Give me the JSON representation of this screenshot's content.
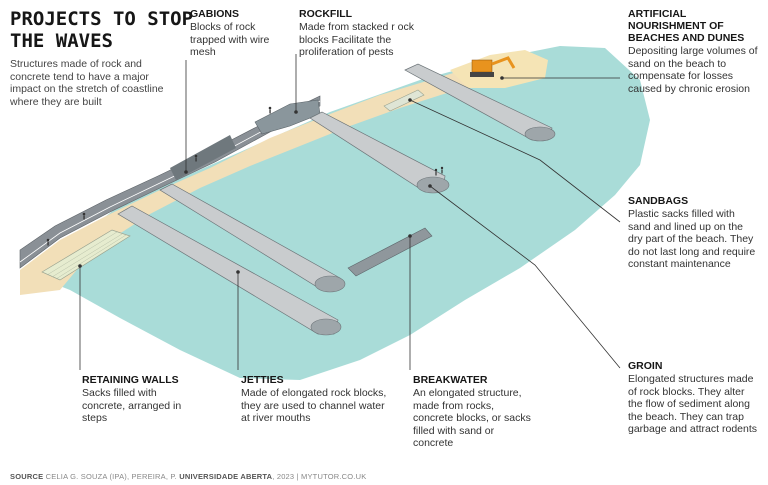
{
  "title_line1": "PROJECTS TO STOP",
  "title_line2": "THE WAVES",
  "intro": "Structures made of rock and concrete tend to have a major impact on the stretch of coastline where they are built",
  "labels": {
    "gabions": {
      "heading": "GABIONS",
      "desc": "Blocks of rock trapped with wire mesh"
    },
    "rockfill": {
      "heading": "ROCKFILL",
      "desc": "Made from stacked r ock blocks Facilitate the proliferation of pests"
    },
    "nourishment": {
      "heading": "ARTIFICIAL NOURISHMENT OF BEACHES AND DUNES",
      "desc": "Depositing large volumes of sand on the beach to compensate for losses caused by chronic erosion"
    },
    "sandbags": {
      "heading": "SANDBAGS",
      "desc": "Plastic sacks filled with sand and lined up on the dry part of the beach. They do not last long and require constant maintenance"
    },
    "groin": {
      "heading": "GROIN",
      "desc": "Elongated structures made of rock blocks. They alter the flow of sediment along the beach. They can trap garbage and attract rodents"
    },
    "retaining": {
      "heading": "RETAINING WALLS",
      "desc": "Sacks filled with concrete, arranged in steps"
    },
    "jetties": {
      "heading": "JETTIES",
      "desc": "Made of elongated rock blocks, they are used to channel water at river mouths"
    },
    "breakwater": {
      "heading": "BREAKWATER",
      "desc": "An elongated structure, made from rocks, concrete blocks, or sacks filled with sand or concrete"
    }
  },
  "source": {
    "prefix": "SOURCE",
    "authors": "CELIA G. SOUZA (IPA), PEREIRA, P.",
    "institution": "UNIVERSIDADE ABERTA",
    "suffix": ", 2023 | MYTUTOR.CO.UK"
  },
  "colors": {
    "sea": "#a9dcd8",
    "sand": "#f2dfb8",
    "road": "#8a9096",
    "rock": "#8f979c",
    "leader": "#333333",
    "excavator": "#e8931e"
  }
}
